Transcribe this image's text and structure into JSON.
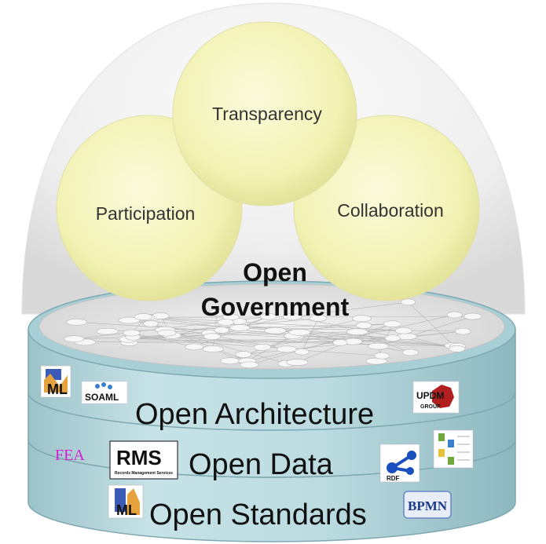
{
  "spheres": {
    "top": "Transparency",
    "left": "Participation",
    "right": "Collaboration"
  },
  "title": {
    "line1": "Open",
    "line2": "Government"
  },
  "layers": {
    "architecture": "Open Architecture",
    "data": "Open Data",
    "standards": "Open Standards"
  },
  "logos": {
    "soaml": "SOAML",
    "updm_top": "UPDM",
    "updm_bottom": "GROUP",
    "fea": "FEA",
    "rms": "RMS",
    "rms_sub": "Records Management Services",
    "rdf": "RDF",
    "bpmn": "BPMN"
  },
  "colors": {
    "sphere": "#f2f2b4",
    "band": "#b9dbe0",
    "band_dark": "#8fb9c1",
    "dome": "#eeeeee"
  }
}
